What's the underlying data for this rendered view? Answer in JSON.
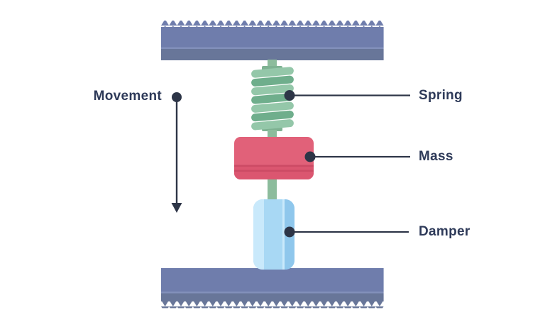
{
  "diagram": {
    "labels": {
      "movement": "Movement",
      "spring": "Spring",
      "mass": "Mass",
      "damper": "Damper"
    },
    "colors": {
      "background": "#FFFFFF",
      "wall_body": "#6F7DAC",
      "wall_stripe": "#8290BA",
      "wall_band": "#687699",
      "spring_light": "#94C7A9",
      "spring_dark": "#6FAE8C",
      "rod": "#8CBC9C",
      "rod_cap": "#7EB292",
      "mass_body": "#E16179",
      "mass_band": "#DB5670",
      "mass_line": "#CC4B65",
      "damper_body": "#A8D8F4",
      "damper_light": "#C9E9FB",
      "damper_dark": "#8FC7EC",
      "ink": "#2E3A59",
      "leader": "#2D3547"
    }
  }
}
